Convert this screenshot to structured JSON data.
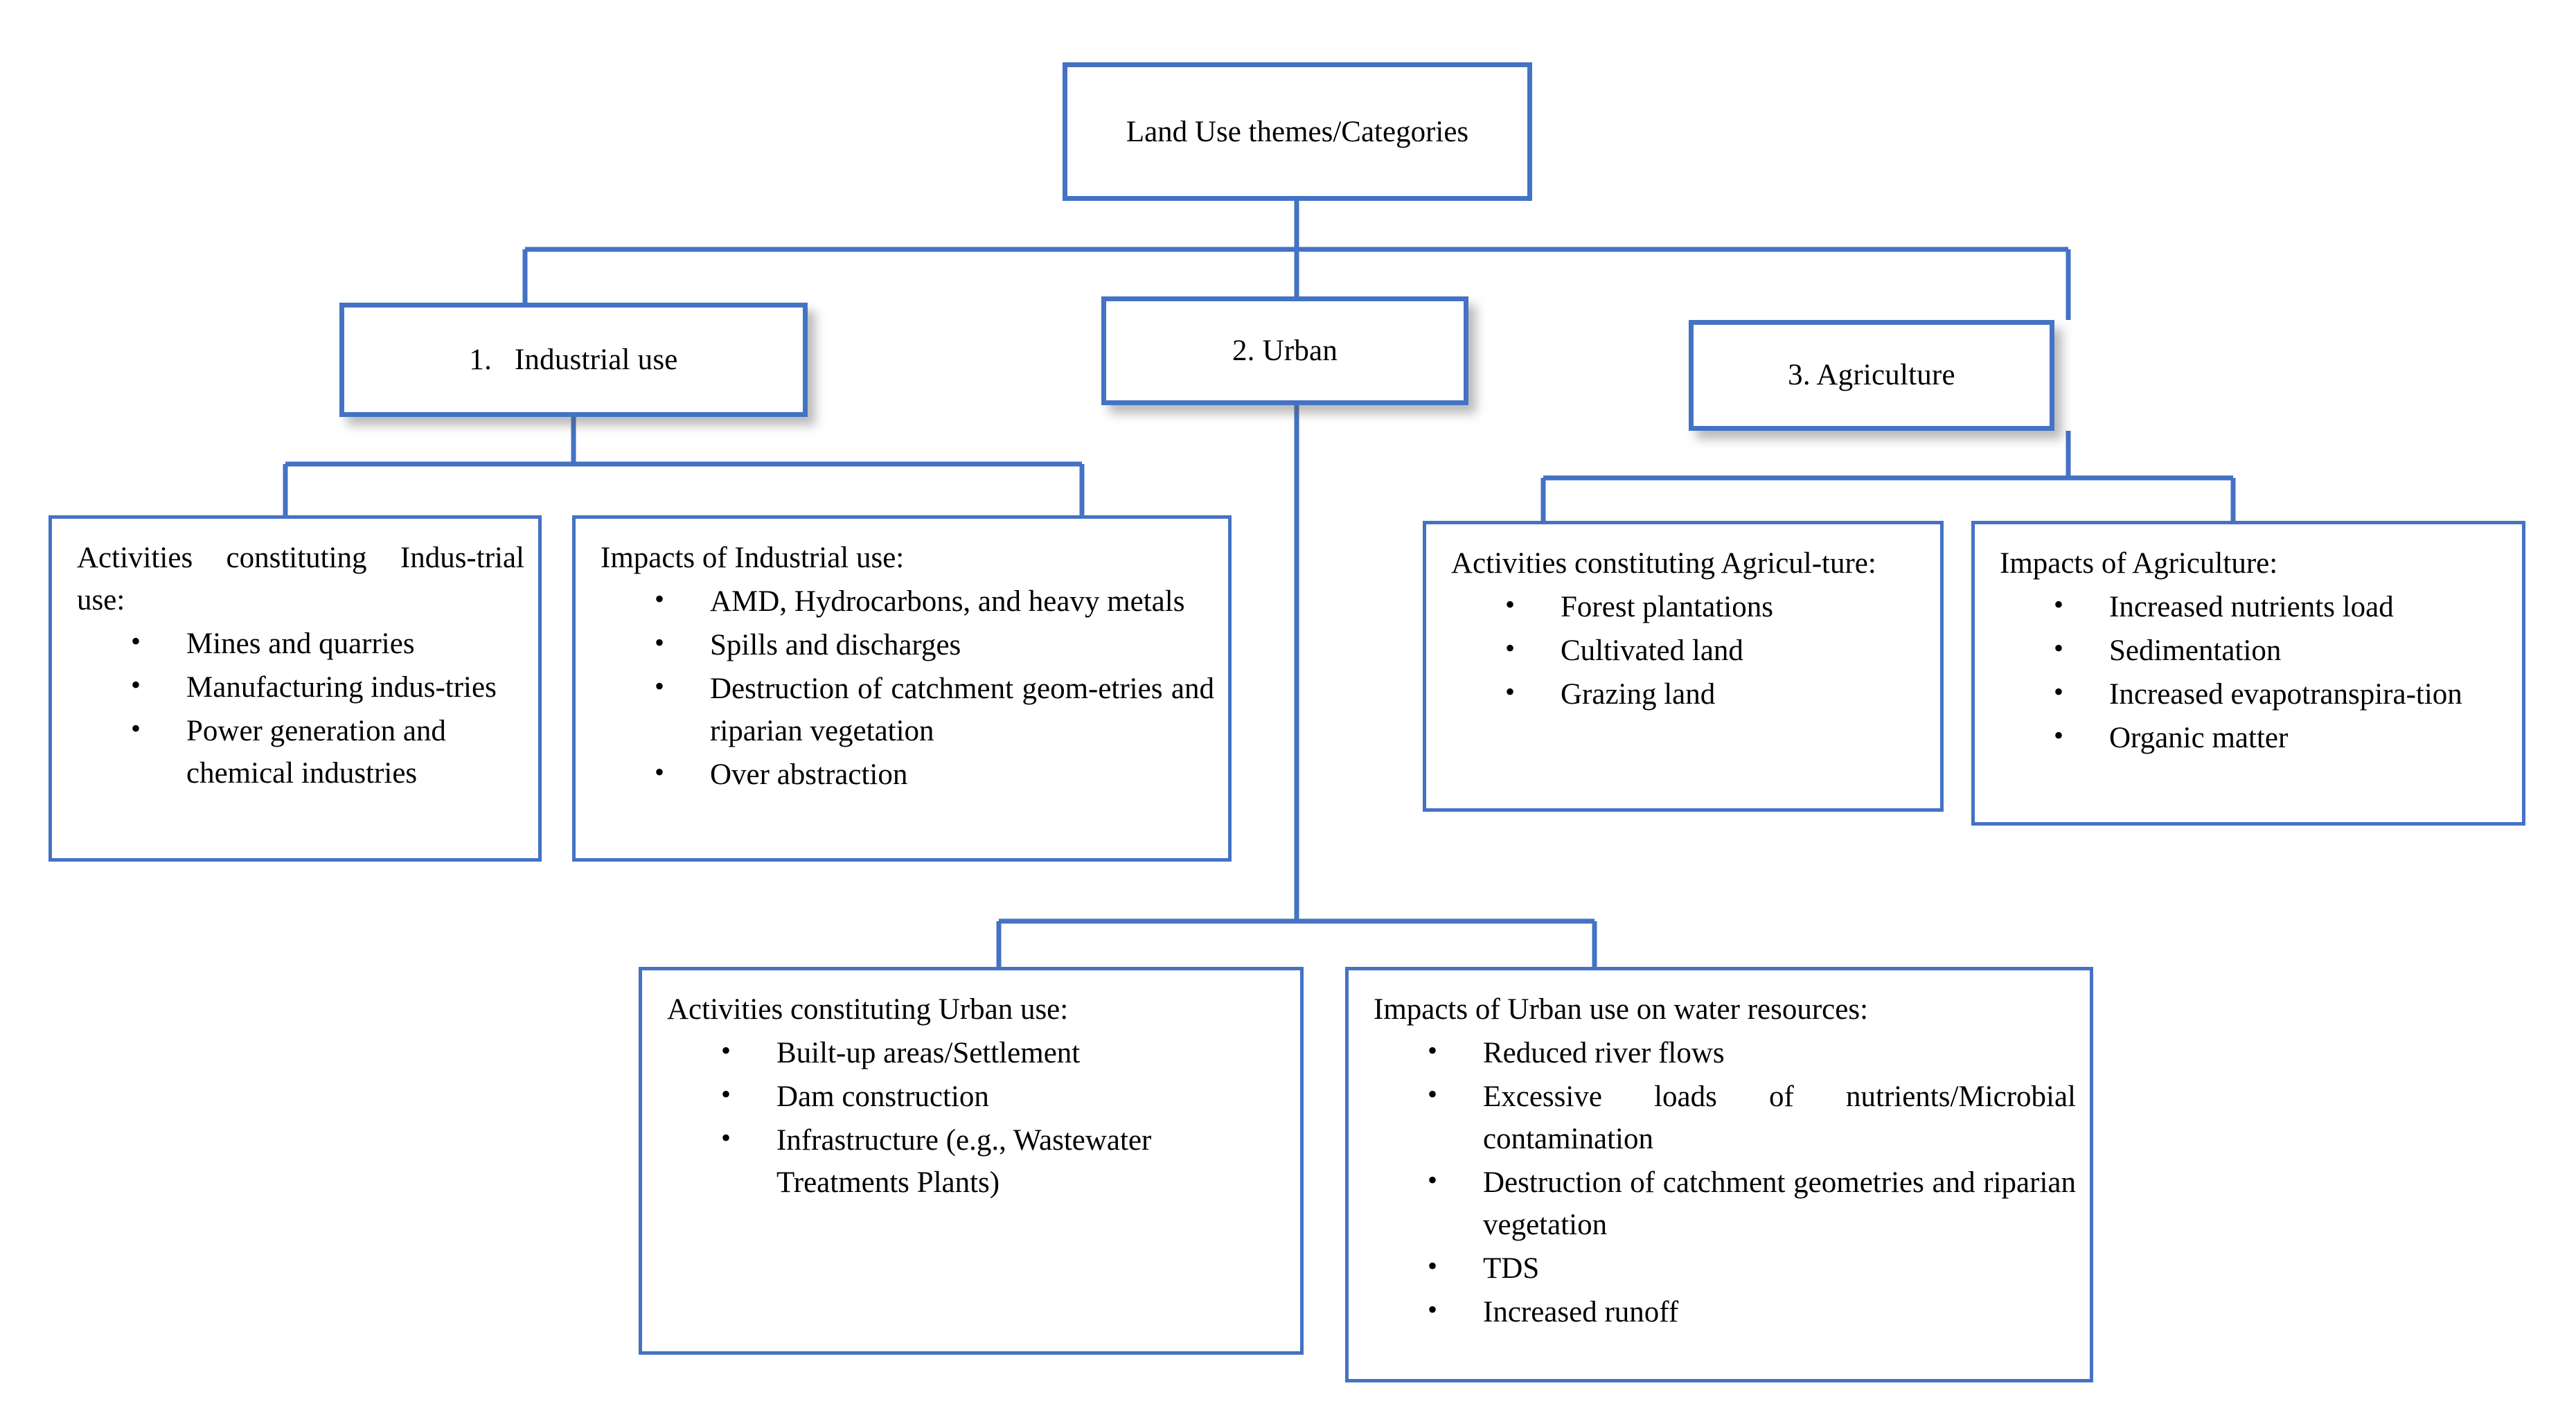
{
  "diagram": {
    "title": "Land Use themes/Categories",
    "accent_color": "#4472C4",
    "text_color": "#000000",
    "background_color": "#FFFFFF",
    "bullet_glyph": "bullet"
  },
  "root": {
    "label": "Land Use themes/Categories"
  },
  "categories": [
    {
      "id": "industrial",
      "label": "1.   Industrial use"
    },
    {
      "id": "urban",
      "label": "2. Urban"
    },
    {
      "id": "agriculture",
      "label": "3. Agriculture"
    }
  ],
  "leaves": {
    "industrial_activities": {
      "title": "Activities constituting  Indus-trial use:",
      "items": [
        "Mines and quarries",
        "Manufacturing indus-tries",
        "Power generation and chemical industries"
      ]
    },
    "industrial_impacts": {
      "title": "Impacts of Industrial use:",
      "items": [
        "AMD, Hydrocarbons, and heavy metals",
        "Spills and discharges",
        "Destruction of catchment geom-etries and riparian vegetation",
        "Over abstraction"
      ]
    },
    "urban_activities": {
      "title": "Activities constituting Urban use:",
      "items": [
        "Built-up areas/Settlement",
        "Dam construction",
        "Infrastructure  (e.g.,  Wastewater Treatments Plants)"
      ]
    },
    "urban_impacts": {
      "title": "Impacts of Urban use on water resources:",
      "items": [
        "Reduced river flows",
        "Excessive  loads  of  nutrients/Microbial contamination",
        "Destruction  of  catchment  geometries and riparian vegetation",
        "TDS",
        "Increased runoff"
      ]
    },
    "agriculture_activities": {
      "title": "Activities constituting Agricul-ture:",
      "items": [
        "Forest plantations",
        "Cultivated land",
        "Grazing land"
      ]
    },
    "agriculture_impacts": {
      "title": "Impacts of Agriculture:",
      "items": [
        "Increased nutrients load",
        "Sedimentation",
        "Increased  evapotranspira-tion",
        "Organic matter"
      ]
    }
  }
}
